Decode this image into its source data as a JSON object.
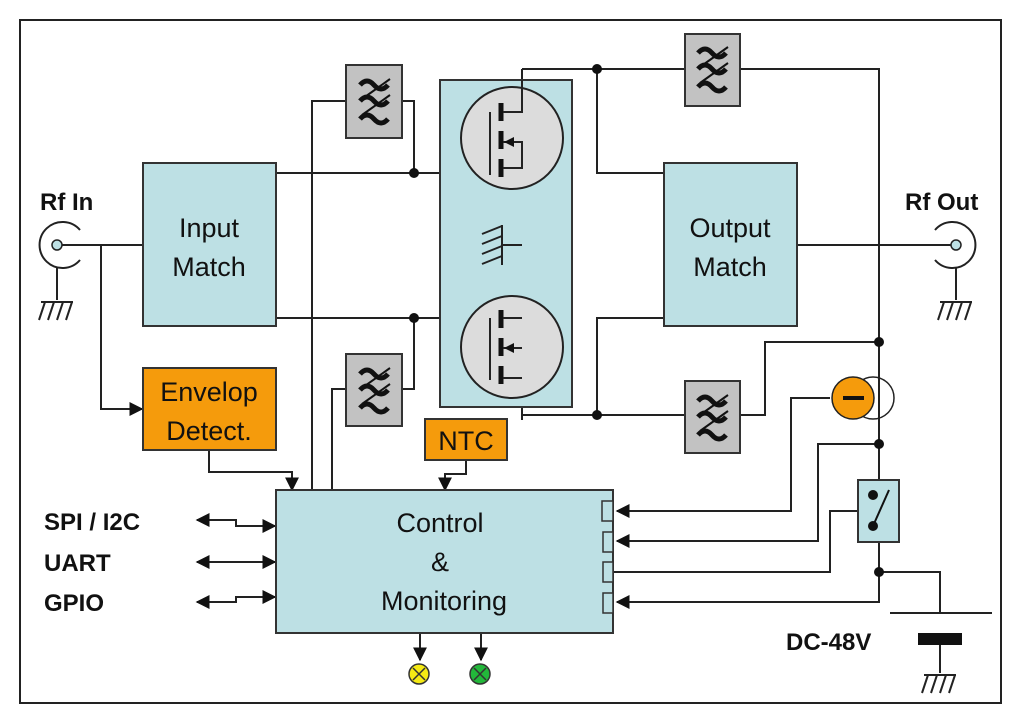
{
  "diagram": {
    "type": "block-diagram",
    "subject": "RF power amplifier with control and monitoring",
    "blocks": {
      "input_match": {
        "line1": "Input",
        "line2": "Match"
      },
      "output_match": {
        "line1": "Output",
        "line2": "Match"
      },
      "envelope_detect": {
        "line1": "Envelop",
        "line2": "Detect."
      },
      "ntc": {
        "label": "NTC"
      },
      "control": {
        "line1": "Control",
        "line2": "&",
        "line3": "Monitoring"
      }
    },
    "ports": {
      "rf_in": "Rf In",
      "rf_out": "Rf Out",
      "dc_supply": "DC-48V"
    },
    "interfaces": [
      {
        "label": "SPI / I2C"
      },
      {
        "label": "UART"
      },
      {
        "label": "GPIO"
      }
    ],
    "components": {
      "filters": [
        "filter-top-left",
        "filter-bottom-left",
        "filter-top-right",
        "filter-bottom-right"
      ],
      "transistors": [
        "mosfet-top",
        "mosfet-bottom"
      ],
      "current_sensor": "current-sensor",
      "switch": "supply-switch",
      "indicators": [
        {
          "name": "yellow-indicator-lamp",
          "color": "#f5ea14"
        },
        {
          "name": "green-indicator-lamp",
          "color": "#22b83a"
        }
      ]
    },
    "colors": {
      "block_fill": "#bde0e4",
      "accent_orange": "#f59b0c",
      "filter_gray": "#c2c2c2",
      "transistor_gray": "#dcdcdc"
    }
  }
}
